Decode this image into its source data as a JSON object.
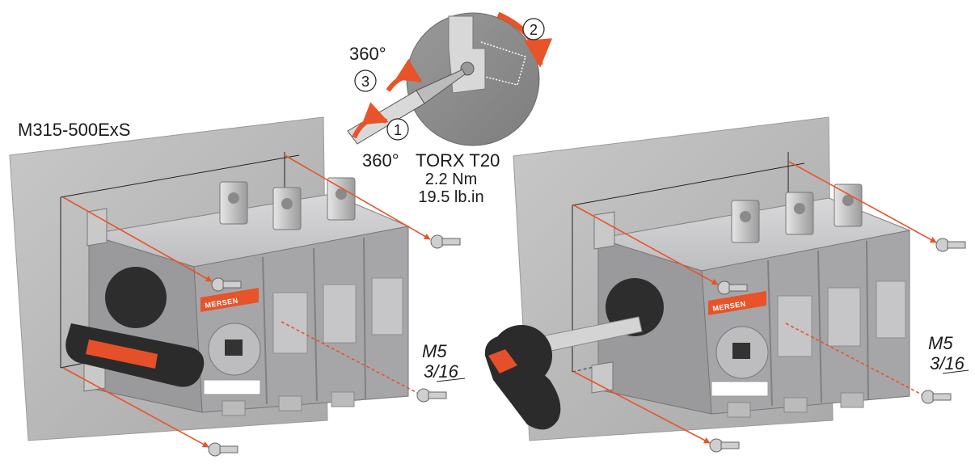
{
  "labels": {
    "model": "M315-500ExS",
    "angle_top": "360°",
    "angle_bottom": "360°",
    "tool": "TORX T20",
    "torque_nm": "2.2 Nm",
    "torque_lbin": "19.5 lb.in",
    "screw_metric_left": "M5",
    "screw_imperial_left": "3/16",
    "screw_metric_right": "M5",
    "screw_imperial_right": "3/16",
    "brand_left": "MERSEN",
    "brand_right": "MERSEN"
  },
  "steps": [
    "1",
    "2",
    "3"
  ],
  "colors": {
    "accent_orange": "#e8532a",
    "panel_gray": "#b9b9b9",
    "switch_gray": "#a9a9ab",
    "handle_black": "#2b2b2b",
    "handle_orange": "#e5502a"
  }
}
